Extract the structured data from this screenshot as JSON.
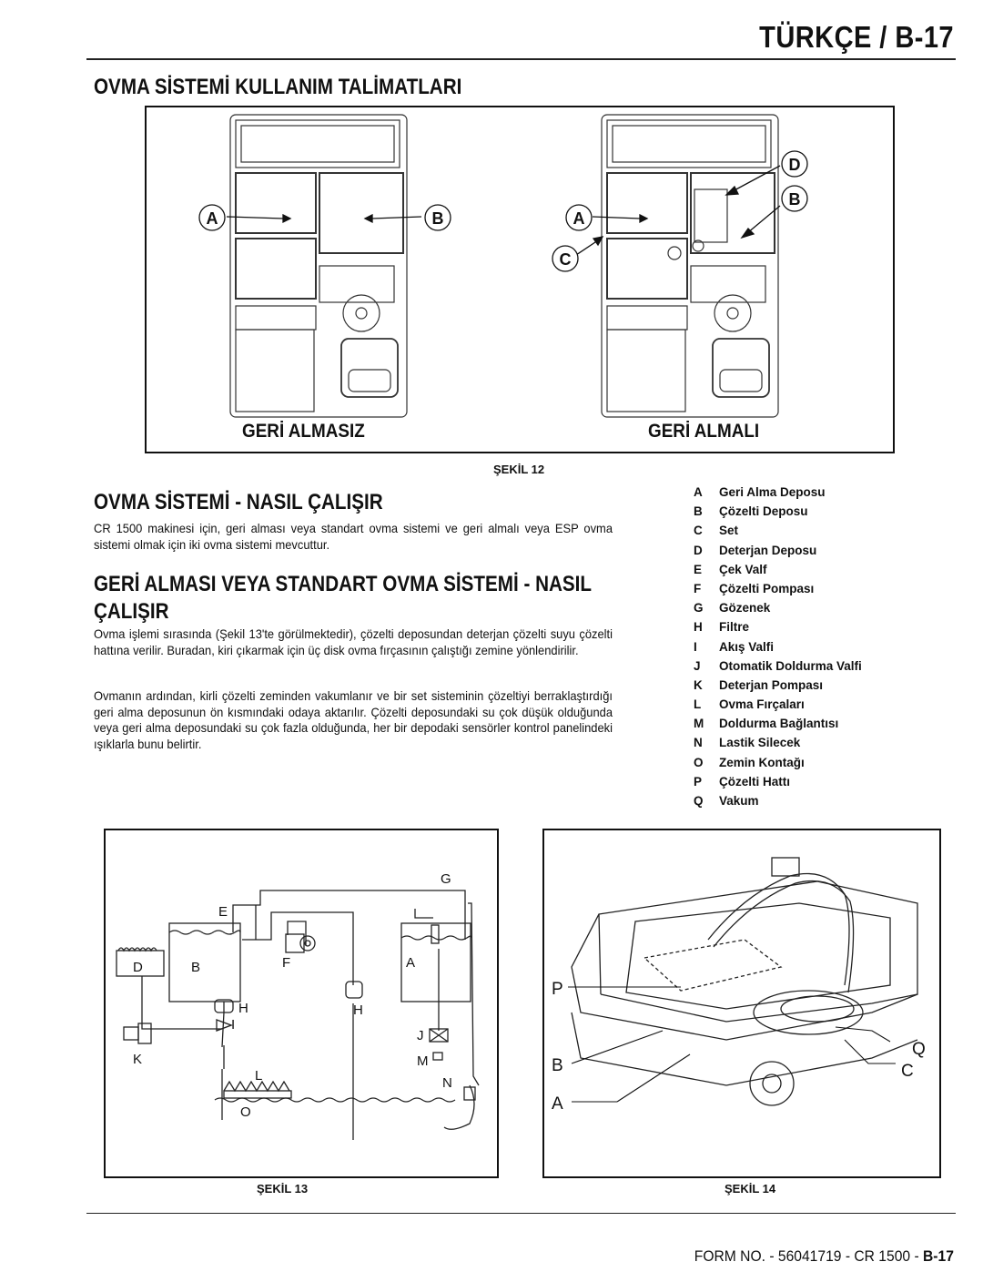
{
  "header": {
    "page_title": "TÜRKÇE / B-17"
  },
  "section1": {
    "title": "OVMA SİSTEMİ KULLANIM TALİMATLARI"
  },
  "figure12": {
    "left_caption": "GERİ ALMASIZ",
    "right_caption": "GERİ ALMALI",
    "caption": "ŞEKİL 12",
    "left_callouts": [
      "A",
      "B"
    ],
    "right_callouts": [
      "D",
      "B",
      "A",
      "C"
    ]
  },
  "section2": {
    "title": "OVMA SİSTEMİ - NASIL ÇALIŞIR",
    "paragraph": "CR 1500 makinesi için, geri alması veya standart ovma sistemi ve geri almalı veya ESP ovma sistemi olmak için iki ovma sistemi mevcuttur."
  },
  "section3": {
    "title": "GERİ ALMASI VEYA STANDART OVMA SİSTEMİ - NASIL ÇALIŞIR",
    "paragraph1": "Ovma işlemi sırasında (Şekil 13'te görülmektedir), çözelti deposundan deterjan çözelti suyu çözelti hattına verilir.  Buradan, kiri çıkarmak için üç disk ovma fırçasının çalıştığı zemine yönlendirilir.",
    "paragraph2": "Ovmanın ardından, kirli çözelti zeminden vakumlanır ve bir set sisteminin çözeltiyi berraklaştırdığı geri alma deposunun ön kısmındaki odaya aktarılır. Çözelti deposundaki su çok düşük olduğunda veya geri alma deposundaki su çok fazla olduğunda, her bir depodaki sensörler kontrol panelindeki ışıklarla bunu belirtir."
  },
  "legend": [
    {
      "key": "A",
      "label": "Geri Alma Deposu"
    },
    {
      "key": "B",
      "label": "Çözelti Deposu"
    },
    {
      "key": "C",
      "label": "Set"
    },
    {
      "key": "D",
      "label": "Deterjan Deposu"
    },
    {
      "key": "E",
      "label": "Çek Valf"
    },
    {
      "key": "F",
      "label": "Çözelti Pompası"
    },
    {
      "key": "G",
      "label": "Gözenek"
    },
    {
      "key": "H",
      "label": "Filtre"
    },
    {
      "key": "I",
      "label": "Akış Valfi"
    },
    {
      "key": "J",
      "label": "Otomatik Doldurma Valfi"
    },
    {
      "key": "K",
      "label": "Deterjan Pompası"
    },
    {
      "key": "L",
      "label": "Ovma Fırçaları"
    },
    {
      "key": "M",
      "label": "Doldurma Bağlantısı"
    },
    {
      "key": "N",
      "label": "Lastik Silecek"
    },
    {
      "key": "O",
      "label": "Zemin Kontağı"
    },
    {
      "key": "P",
      "label": "Çözelti Hattı"
    },
    {
      "key": "Q",
      "label": "Vakum"
    }
  ],
  "figure13": {
    "caption": "ŞEKİL 13",
    "labels": {
      "G": "G",
      "E": "E",
      "D": "D",
      "B": "B",
      "F": "F",
      "A": "A",
      "H1": "H",
      "H2": "H",
      "I": "I",
      "J": "J",
      "K": "K",
      "M": "M",
      "L": "L",
      "N": "N",
      "O": "O"
    }
  },
  "figure14": {
    "caption": "ŞEKİL 14",
    "labels": {
      "P": "P",
      "Q": "Q",
      "B": "B",
      "C": "C",
      "A": "A"
    }
  },
  "footer": {
    "form_text": "FORM NO. - 56041719 - CR 1500 - ",
    "page_ref": "B-17"
  }
}
